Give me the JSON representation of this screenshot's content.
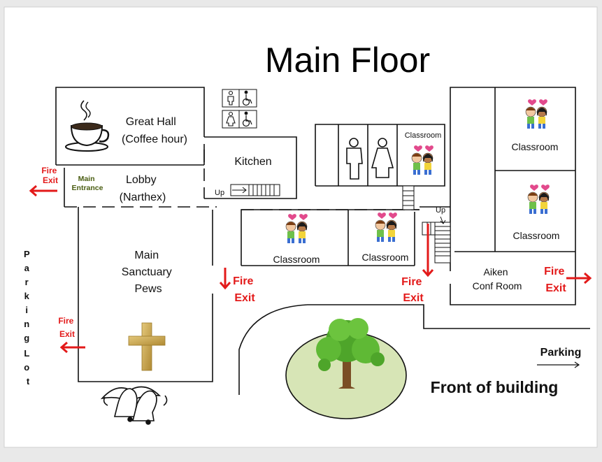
{
  "title": "Main Floor",
  "rooms": {
    "great_hall": [
      "Great Hall",
      "(Coffee hour)"
    ],
    "lobby": [
      "Lobby",
      "(Narthex)"
    ],
    "main_entrance": [
      "Main",
      "Entrance"
    ],
    "sanctuary": [
      "Main",
      "Sanctuary",
      "Pews"
    ],
    "kitchen": "Kitchen",
    "classroom_small": "Classroom",
    "classroom_1": "Classroom",
    "classroom_2": "Classroom",
    "classroom_3": "Classroom",
    "classroom_4": "Classroom",
    "aiken": [
      "Aiken",
      "Conf Room"
    ]
  },
  "stairs": {
    "up_left": "Up",
    "up_right": "Up"
  },
  "fire_exits": {
    "lobby": [
      "Fire",
      "Exit"
    ],
    "sanctuary_west": [
      "Fire",
      "Exit"
    ],
    "sanctuary_east": [
      "Fire",
      "Exit"
    ],
    "hall_south": [
      "Fire",
      "Exit"
    ],
    "aiken_east": [
      "Fire",
      "Exit"
    ]
  },
  "parking_lot_letters": [
    "P",
    "a",
    "r",
    "k",
    "i",
    "n",
    "g",
    "L",
    "o",
    "t"
  ],
  "parking_label": "Parking",
  "front_label": "Front of building",
  "colors": {
    "fire_exit": "#e31a1a",
    "entrance": "#4a5d12",
    "cross": "#c9a447",
    "lawn": "#d7e5b6",
    "tree_green": "#4ea52a"
  },
  "icons": [
    "coffee-cup-icon",
    "restroom-men-icon",
    "restroom-women-icon",
    "wheelchair-icon",
    "children-icon",
    "cross-icon",
    "bells-icon",
    "tree-icon"
  ]
}
